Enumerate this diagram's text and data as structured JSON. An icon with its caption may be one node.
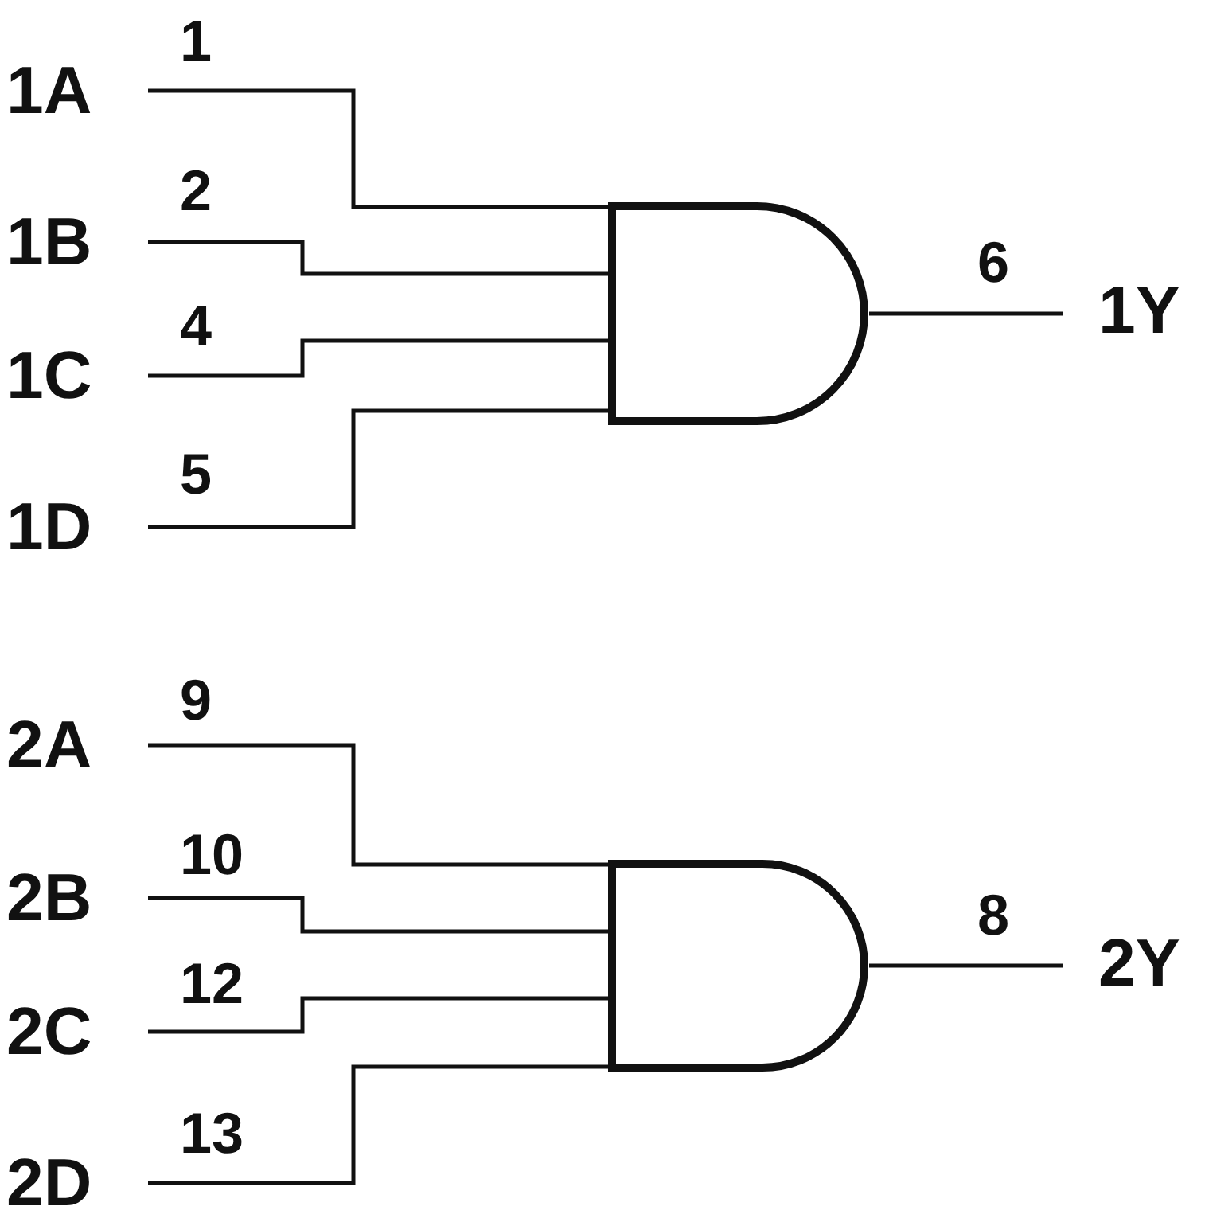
{
  "diagram": {
    "nodes": [
      {
        "text": [
          "1A"
        ]
      },
      {
        "text": [
          "1B"
        ]
      },
      {
        "text": [
          "1C"
        ]
      },
      {
        "text": [
          "1D"
        ]
      },
      {
        "text": [],
        "shape": "gate"
      },
      {
        "text": [
          "1Y"
        ]
      },
      {
        "text": [
          "2A"
        ]
      },
      {
        "text": [
          "2B"
        ]
      },
      {
        "text": [
          "2C"
        ]
      },
      {
        "text": [
          "2D"
        ]
      },
      {
        "text": [],
        "shape": "gate"
      },
      {
        "text": [
          "2Y"
        ]
      }
    ],
    "edges": [
      {
        "from": 0,
        "to": 4,
        "arrow": "none",
        "label": "1"
      },
      {
        "from": 1,
        "to": 4,
        "arrow": "none",
        "label": "2"
      },
      {
        "from": 2,
        "to": 4,
        "arrow": "none",
        "label": "4"
      },
      {
        "from": 3,
        "to": 4,
        "arrow": "none",
        "label": "5"
      },
      {
        "from": 4,
        "to": 5,
        "arrow": "none",
        "label": "6"
      },
      {
        "from": 6,
        "to": 10,
        "arrow": "none",
        "label": "9"
      },
      {
        "from": 7,
        "to": 10,
        "arrow": "none",
        "label": "10"
      },
      {
        "from": 8,
        "to": 10,
        "arrow": "none",
        "label": "12"
      },
      {
        "from": 9,
        "to": 10,
        "arrow": "none",
        "label": "13"
      },
      {
        "from": 10,
        "to": 11,
        "arrow": "none",
        "label": "8"
      }
    ]
  }
}
